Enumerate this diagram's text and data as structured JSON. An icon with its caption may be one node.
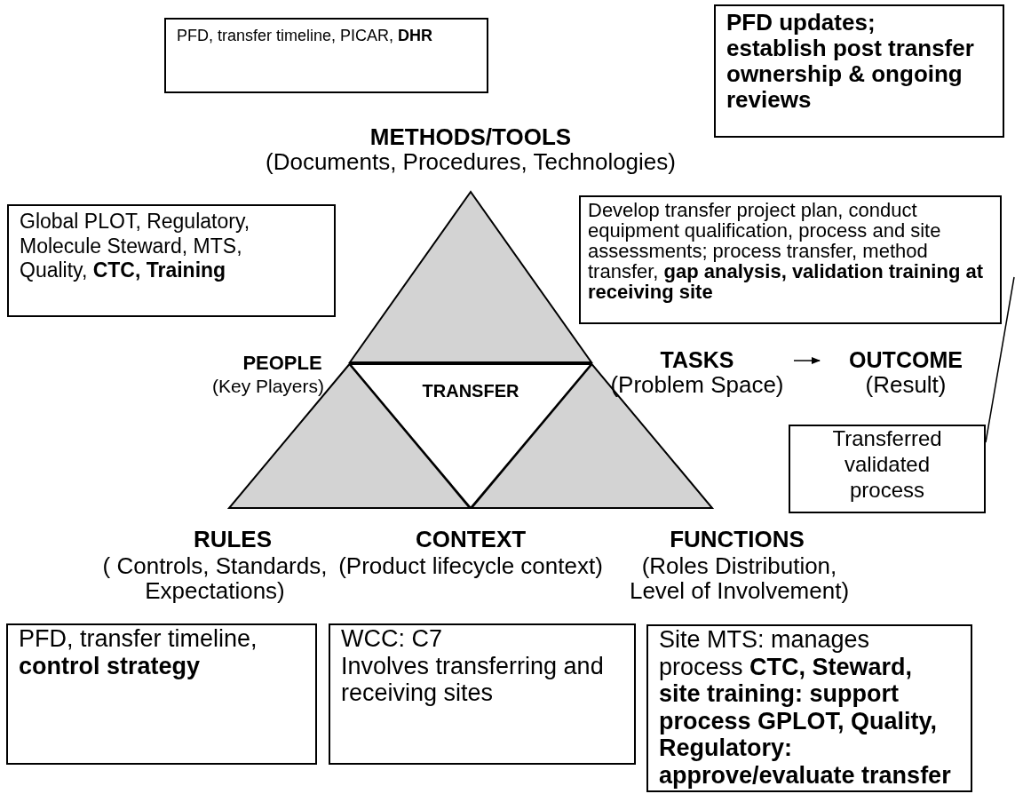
{
  "diagram": {
    "nodes": [
      {
        "text": [
          "PFD, transfer timeline, PICAR, **DHR**"
        ]
      },
      {
        "text": [
          "PFD updates;",
          "establish post transfer ownership & ongoing reviews"
        ]
      },
      {
        "text": [
          "Global PLOT, Regulatory, Molecule Steward, MTS, Quality, **CTC, Training**"
        ]
      },
      {
        "text": [
          "Develop transfer project plan, conduct equipment qualification, process and site assessments; process transfer, method transfer, **gap analysis, validation training at receiving site**"
        ]
      },
      {
        "text": [],
        "shape": "triangle"
      },
      {
        "text": [
          "TRANSFER"
        ]
      },
      {
        "text": [],
        "shape": "triangle"
      },
      {
        "text": [],
        "shape": "triangle"
      },
      {
        "text": [
          "TASKS",
          "(Problem Space)"
        ]
      },
      {
        "text": [
          "OUTCOME",
          "(Result)"
        ]
      },
      {
        "text": [
          "Transferred validated process"
        ]
      },
      {
        "text": [
          "PFD, transfer timeline, **control strategy**"
        ]
      },
      {
        "text": [
          "WCC: C7",
          "Involves transferring and receiving sites"
        ]
      },
      {
        "text": [
          "Site MTS: manages process **CTC, Steward, site training: support process GPLOT, Quality, Regulatory: approve/evaluate transfer**"
        ]
      }
    ],
    "edges": [
      {
        "from": 8,
        "to": 9,
        "arrow": "to"
      },
      {
        "from": 10,
        "to": null,
        "arrow": "none"
      }
    ],
    "labels": [
      "METHODS/TOOLS",
      "(Documents, Procedures, Technologies)",
      "PEOPLE",
      "(Key Players)",
      "RULES",
      "( Controls, Standards, Expectations)",
      "CONTEXT",
      "(Product lifecycle context)",
      "FUNCTIONS",
      "(Roles Distribution, Level of Involvement)"
    ]
  }
}
